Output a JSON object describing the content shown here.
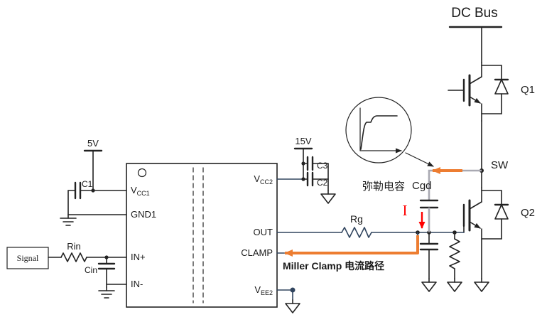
{
  "colors": {
    "wire": "#222222",
    "navy": "#31455f",
    "gray_wire": "#a9a9b2",
    "accent_orange": "#ED7D31",
    "accent_red": "#ff0000"
  },
  "bus": {
    "dc_bus": "DC Bus",
    "sw": "SW",
    "q1": "Q1",
    "q2": "Q2"
  },
  "driver_pins": {
    "vcc1": {
      "main": "V",
      "sub": "CC1"
    },
    "gnd1": "GND1",
    "in_p": "IN+",
    "in_n": "IN-",
    "vcc2": {
      "main": "V",
      "sub": "CC2"
    },
    "out": "OUT",
    "clamp": "CLAMP",
    "vee2": {
      "main": "V",
      "sub": "EE2"
    }
  },
  "left": {
    "signal": "Signal",
    "rin": "Rin",
    "cin": "Cin",
    "c1": "C1",
    "rail5": "5V"
  },
  "right_supply": {
    "rail15": "15V",
    "c3": "C3",
    "c2": "C2"
  },
  "annotations": {
    "rg": "Rg",
    "cgd": "Cgd",
    "miller_cap": "弥勒电容",
    "current": "I",
    "clamp_path": "Miller Clamp 电流路径"
  }
}
